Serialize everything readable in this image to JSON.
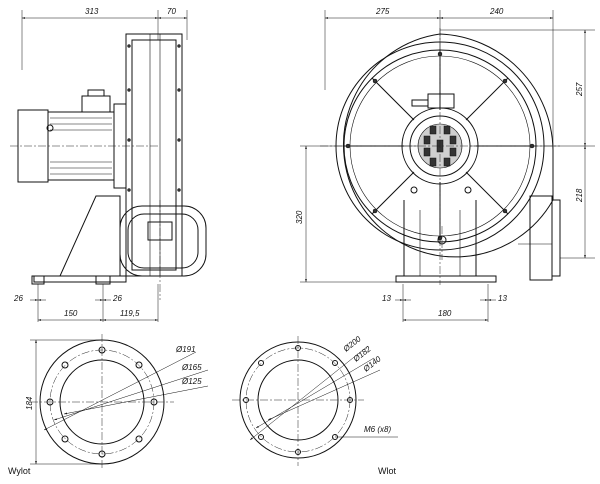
{
  "side_view": {
    "dim_overall_length": "313",
    "dim_outlet_depth": "70",
    "dim_foot_left": "26",
    "dim_foot_right": "26",
    "dim_foot_spacing": "150",
    "dim_outlet_offset": "119,5"
  },
  "front_view": {
    "dim_left_width": "275",
    "dim_right_width": "240",
    "dim_top_height": "257",
    "dim_center_height": "218",
    "dim_shaft_height": "320",
    "dim_base_left": "13",
    "dim_base_right": "13",
    "dim_base_width": "180"
  },
  "outlet_flange": {
    "caption": "Wylot",
    "dim_outer_dia": "Ø191",
    "dim_bolt_circle": "Ø165",
    "dim_inner_dia": "Ø125",
    "dim_height": "184"
  },
  "inlet_flange": {
    "caption": "Wlot",
    "dim_outer_dia": "Ø200",
    "dim_bolt_circle": "Ø182",
    "dim_inner_dia": "Ø140",
    "dim_bolts": "M6 (x8)"
  }
}
